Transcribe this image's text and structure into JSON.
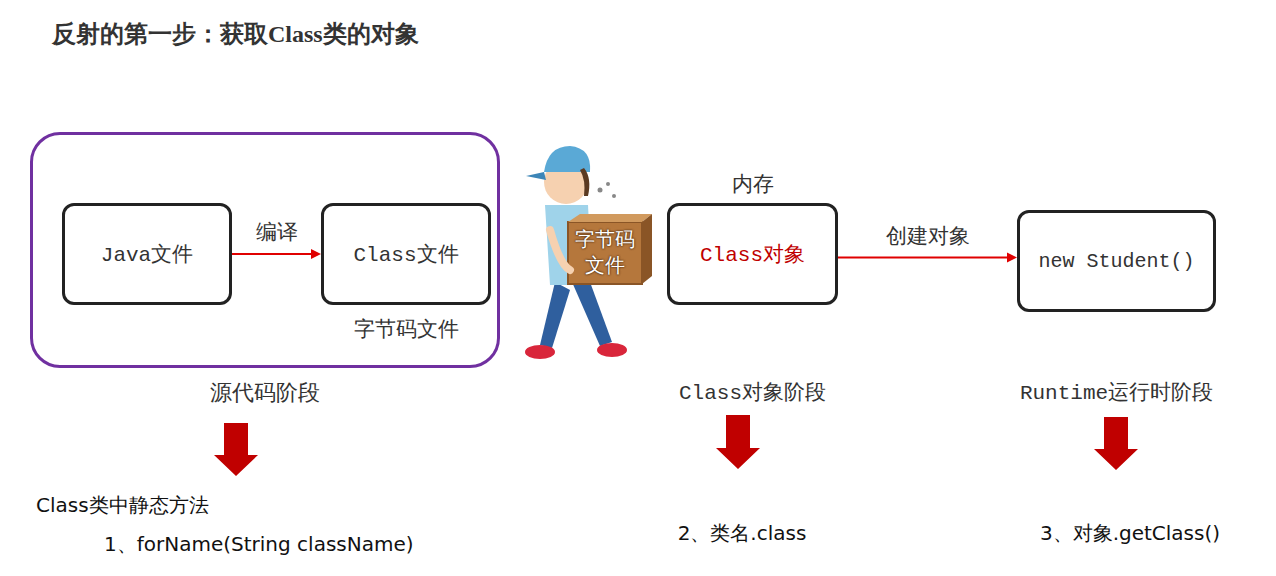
{
  "diagram": {
    "title": "反射的第一步：获取Class类的对象",
    "nodes": [
      {
        "text": [
          "源代码阶段"
        ]
      },
      {
        "text": [
          "Java文件"
        ],
        "in": 0
      },
      {
        "text": [
          "Class文件",
          "字节码文件"
        ],
        "in": 0
      },
      {
        "text": [
          "内存",
          "Class对象",
          "Class对象阶段"
        ]
      },
      {
        "text": [
          "new Student()",
          "Runtime运行时阶段"
        ]
      }
    ],
    "edges": [
      {
        "from": 1,
        "to": 2,
        "label": "编译",
        "arrow": "to"
      },
      {
        "from": 3,
        "to": 4,
        "label": "创建对象",
        "arrow": "to"
      }
    ],
    "labels": [
      "字节码 文件",
      "Class类中静态方法",
      "1、forName(String className)",
      "2、类名.class",
      "3、对象.getClass()"
    ]
  }
}
